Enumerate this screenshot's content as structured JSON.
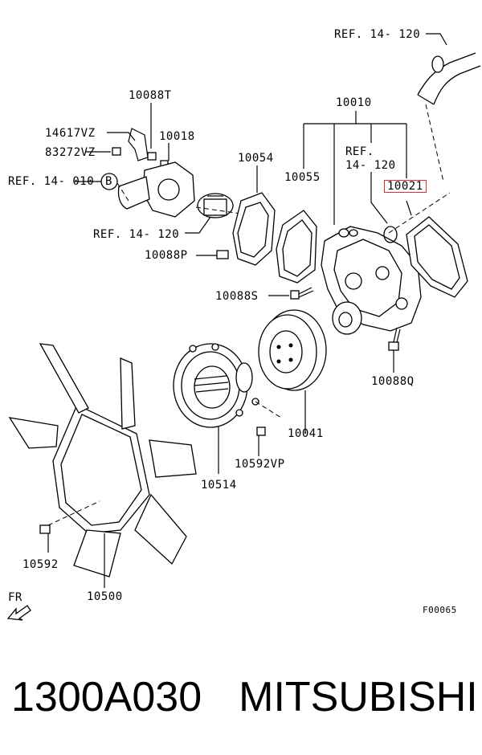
{
  "diagram": {
    "labels": {
      "ref_14_120_top": "REF. 14- 120",
      "p10010": "10010",
      "p10088T": "10088T",
      "p14617VZ": "14617VZ",
      "p10018": "10018",
      "p83272VZ": "83272VZ",
      "ref_14_010": "REF. 14- 010",
      "circle_b": "B",
      "p10054": "10054",
      "p10055": "10055",
      "ref_14_120_mid_line1": "REF.",
      "ref_14_120_mid_line2": "14- 120",
      "p10021": "10021",
      "ref_14_120_left": "REF. 14- 120",
      "p10088P": "10088P",
      "p10088S": "10088S",
      "p10088Q": "10088Q",
      "p10041": "10041",
      "p10592VP": "10592VP",
      "p10514": "10514",
      "p10592": "10592",
      "p10500": "10500",
      "fr": "FR",
      "figure_code": "F00065"
    },
    "highlight_color": "#e03030"
  },
  "caption": {
    "part_number": "1300A030",
    "brand": "MITSUBISHI"
  }
}
